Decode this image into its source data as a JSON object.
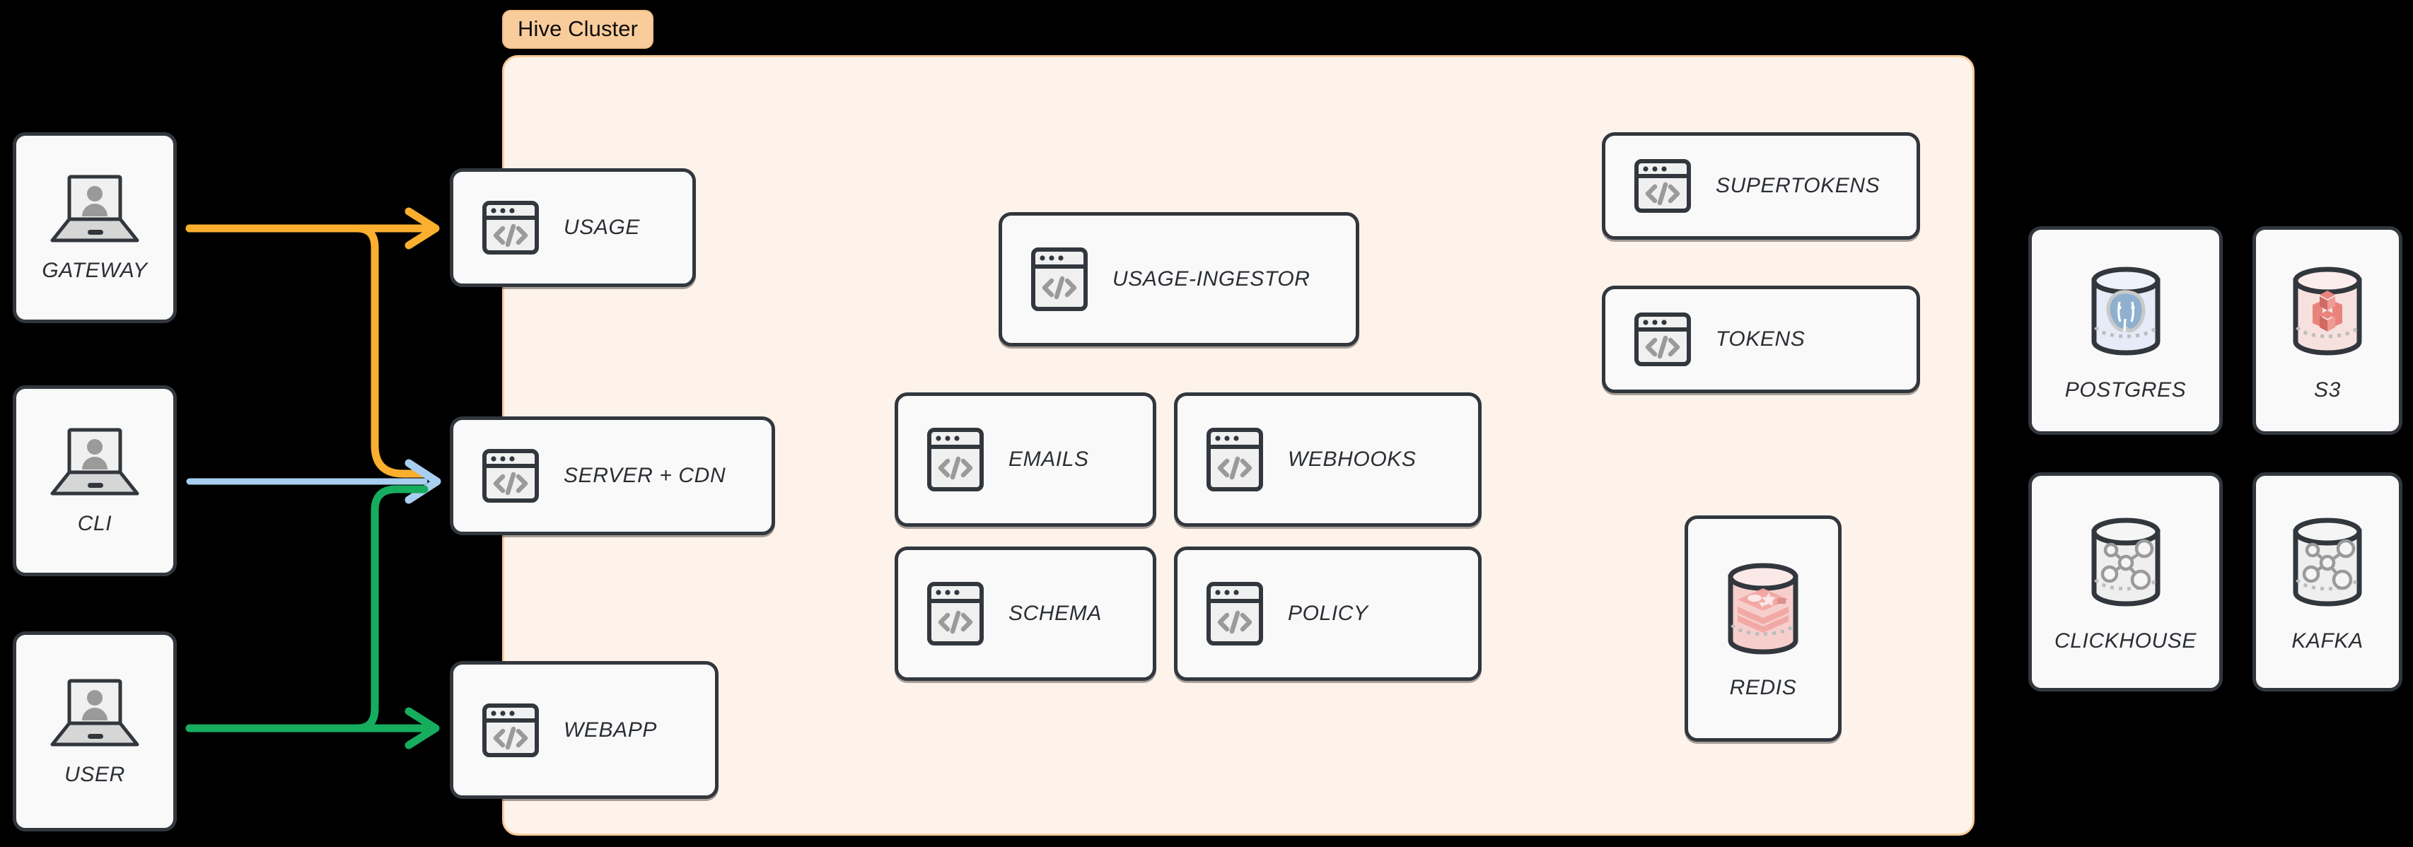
{
  "diagram": {
    "title": "Hive Cluster",
    "background_color": "#000000",
    "cluster": {
      "label": "Hive Cluster",
      "fill": "#FDF3EA",
      "border": "#F7CB9A",
      "chip_fill": "#F9CD9B"
    },
    "card_style": {
      "fill": "#F9F9F9",
      "border": "#32373D"
    }
  },
  "clients": [
    {
      "id": "gateway",
      "label": "GATEWAY",
      "icon": "laptop-user-icon"
    },
    {
      "id": "cli",
      "label": "CLI",
      "icon": "laptop-user-icon"
    },
    {
      "id": "user",
      "label": "USER",
      "icon": "laptop-user-icon"
    }
  ],
  "edge_services": [
    {
      "id": "usage",
      "label": "USAGE",
      "icon": "code-window-icon"
    },
    {
      "id": "server-cdn",
      "label": "SERVER + CDN",
      "icon": "code-window-icon"
    },
    {
      "id": "webapp",
      "label": "WEBAPP",
      "icon": "code-window-icon"
    }
  ],
  "cluster_services": [
    {
      "id": "usage-ingestor",
      "label": "USAGE-INGESTOR",
      "icon": "code-window-icon"
    },
    {
      "id": "emails",
      "label": "EMAILS",
      "icon": "code-window-icon"
    },
    {
      "id": "webhooks",
      "label": "WEBHOOKS",
      "icon": "code-window-icon"
    },
    {
      "id": "schema",
      "label": "SCHEMA",
      "icon": "code-window-icon"
    },
    {
      "id": "policy",
      "label": "POLICY",
      "icon": "code-window-icon"
    },
    {
      "id": "supertokens",
      "label": "SUPERTOKENS",
      "icon": "code-window-icon"
    },
    {
      "id": "tokens",
      "label": "TOKENS",
      "icon": "code-window-icon"
    }
  ],
  "cluster_datastores": [
    {
      "id": "redis",
      "label": "REDIS",
      "icon": "redis-cylinder-icon",
      "tint": "#F6CFCD"
    }
  ],
  "external_datastores": [
    {
      "id": "postgres",
      "label": "POSTGRES",
      "icon": "postgres-cylinder-icon",
      "tint": "#DEE6F4"
    },
    {
      "id": "s3",
      "label": "S3",
      "icon": "s3-cylinder-icon",
      "tint": "#F7DEDC"
    },
    {
      "id": "clickhouse",
      "label": "CLICKHOUSE",
      "icon": "generic-cylinder-icon",
      "tint": "#EFEFEF"
    },
    {
      "id": "kafka",
      "label": "KAFKA",
      "icon": "generic-cylinder-icon",
      "tint": "#EFEFEF"
    }
  ],
  "connections": [
    {
      "id": "gateway-to-usage",
      "from": "GATEWAY",
      "to": "USAGE",
      "color": "#FBAF2F",
      "arrow": true
    },
    {
      "id": "gateway-to-server-cdn",
      "from": "GATEWAY",
      "to": "SERVER + CDN",
      "color": "#FBAF2F",
      "arrow": false
    },
    {
      "id": "cli-to-server-cdn",
      "from": "CLI",
      "to": "SERVER + CDN",
      "color": "#A8CFF0",
      "arrow": true
    },
    {
      "id": "user-to-webapp",
      "from": "USER",
      "to": "WEBAPP",
      "color": "#17AD5E",
      "arrow": true
    },
    {
      "id": "user-to-server-cdn",
      "from": "USER",
      "to": "SERVER + CDN",
      "color": "#17AD5E",
      "arrow": false
    }
  ]
}
